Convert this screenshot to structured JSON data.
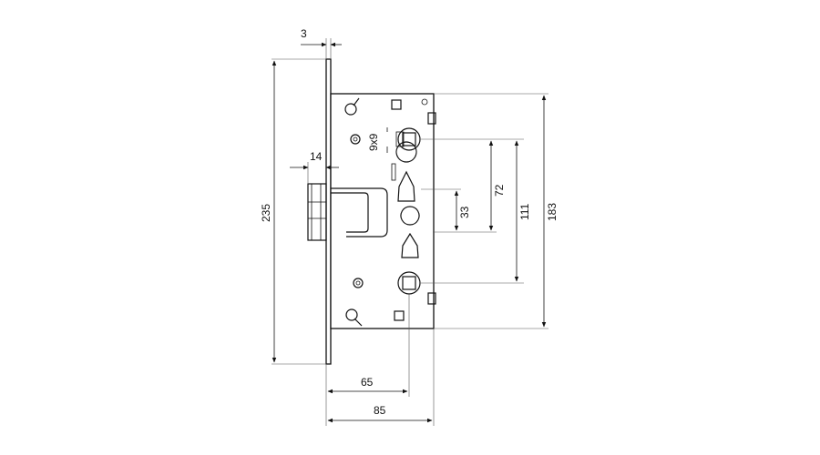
{
  "dimensions": {
    "faceplate_thickness": "3",
    "latch_projection": "14",
    "overall_height": "235",
    "case_height": "183",
    "backset_65": "65",
    "backset_85": "85",
    "cylinder_spacing": "33",
    "handle_to_cylinder": "72",
    "handle_to_handle": "111",
    "follower_square": "9x9"
  }
}
